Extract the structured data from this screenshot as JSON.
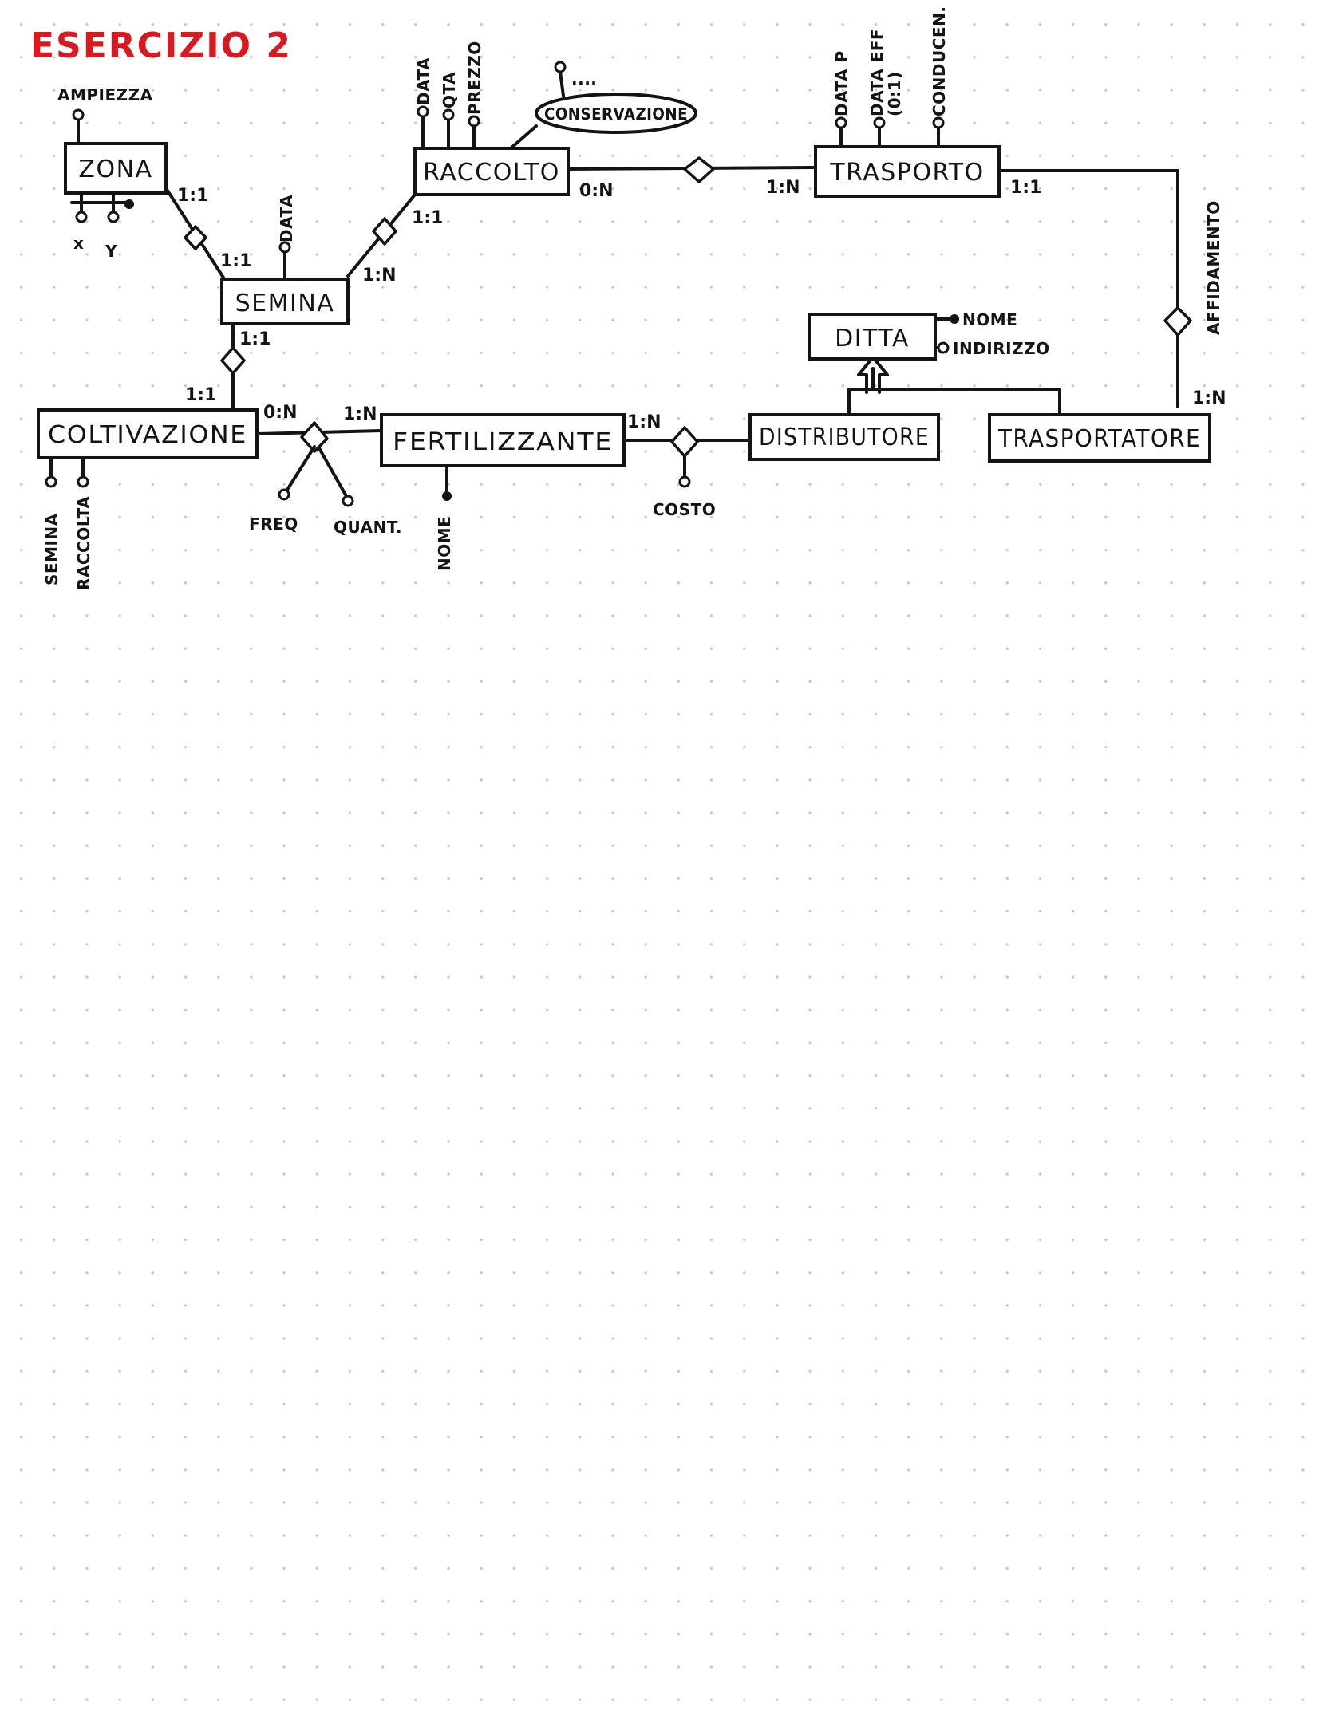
{
  "title": {
    "text": "ESERCIZIO 2",
    "color": "#d71920"
  },
  "ink_color": "#141414",
  "entities": {
    "zona": "ZONA",
    "raccolto": "RACCOLTO",
    "trasporto": "TRASPORTO",
    "semina": "SEMINA",
    "ditta": "DITTA",
    "coltivazione": "COLTIVAZIONE",
    "fertilizzante": "FERTILIZZANTE",
    "distributore": "DISTRIBUTORE",
    "trasportatore": "TRASPORTATORE"
  },
  "attributes": {
    "ampiezza": "AMPIEZZA",
    "x": "x",
    "y": "Y",
    "semina_data": "DATA",
    "raccolto_data": "DATA",
    "raccolto_qta": "QTA",
    "raccolto_prezzo": "PREZZO",
    "conservazione": "CONSERVAZIONE",
    "conservazione_more": "....",
    "trasporto_data_p": "DATA P",
    "trasporto_data_eff": "DATA EFF",
    "trasporto_data_eff_card": "(0:1)",
    "trasporto_conducente": "CONDUCEN.",
    "ditta_nome": "NOME",
    "ditta_indirizzo": "INDIRIZZO",
    "coltivazione_semina": "SEMINA",
    "coltivazione_raccolta": "RACCOLTA",
    "freq": "FREQ",
    "quant": "QUANT.",
    "fertilizzante_nome": "NOME",
    "costo": "COSTO"
  },
  "relationships": {
    "affidamento": "AFFIDAMENTO"
  },
  "cardinalities": {
    "zona_zona_semina": "1:1",
    "semina_zona_semina": "1:1",
    "semina_semina_raccolto": "1:N",
    "raccolto_semina_raccolto": "1:1",
    "raccolto_raccolto_trasporto": "0:N",
    "trasporto_raccolto_trasporto": "1:N",
    "trasporto_affidamento": "1:1",
    "trasportatore_affidamento": "1:N",
    "semina_semina_coltivazione": "1:1",
    "coltivazione_semina_coltivazione": "1:1",
    "coltivazione_fertilizza": "0:N",
    "fertilizzante_fertilizza": "1:N",
    "fertilizzante_distribuzione": "1:N"
  }
}
